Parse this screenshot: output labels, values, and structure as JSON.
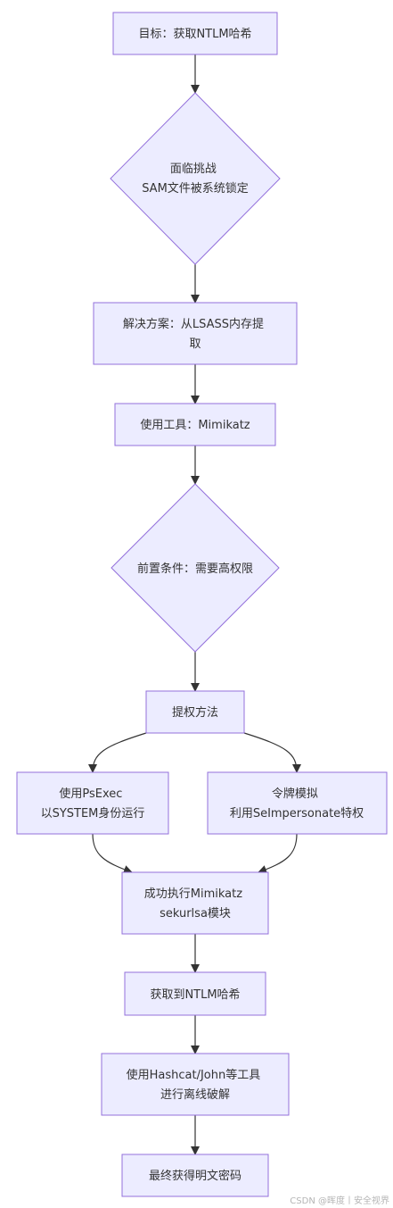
{
  "nodes": [
    {
      "id": "goal",
      "lines": [
        "目标：获取NTLM哈希"
      ]
    },
    {
      "id": "challenge",
      "lines": [
        "面临挑战",
        "SAM文件被系统锁定"
      ]
    },
    {
      "id": "solution",
      "lines": [
        "解决方案：从LSASS内存提",
        "取"
      ]
    },
    {
      "id": "tool",
      "lines": [
        "使用工具：Mimikatz"
      ]
    },
    {
      "id": "precondition",
      "lines": [
        "前置条件：需要高权限"
      ]
    },
    {
      "id": "privesc",
      "lines": [
        "提权方法"
      ]
    },
    {
      "id": "psexec",
      "lines": [
        "使用PsExec",
        "以SYSTEM身份运行"
      ]
    },
    {
      "id": "token",
      "lines": [
        "令牌模拟",
        "利用SeImpersonate特权"
      ]
    },
    {
      "id": "run-mimikatz",
      "lines": [
        "成功执行Mimikatz",
        "sekurlsa模块"
      ]
    },
    {
      "id": "got-hash",
      "lines": [
        "获取到NTLM哈希"
      ]
    },
    {
      "id": "crack",
      "lines": [
        "使用Hashcat/John等工具",
        "进行离线破解"
      ]
    },
    {
      "id": "plaintext",
      "lines": [
        "最终获得明文密码"
      ]
    }
  ],
  "edges": [
    {
      "from": "goal",
      "to": "challenge"
    },
    {
      "from": "challenge",
      "to": "solution"
    },
    {
      "from": "solution",
      "to": "tool"
    },
    {
      "from": "tool",
      "to": "precondition"
    },
    {
      "from": "precondition",
      "to": "privesc"
    },
    {
      "from": "privesc",
      "to": "psexec"
    },
    {
      "from": "privesc",
      "to": "token"
    },
    {
      "from": "psexec",
      "to": "run-mimikatz"
    },
    {
      "from": "token",
      "to": "run-mimikatz"
    },
    {
      "from": "run-mimikatz",
      "to": "got-hash"
    },
    {
      "from": "got-hash",
      "to": "crack"
    },
    {
      "from": "crack",
      "to": "plaintext"
    }
  ],
  "watermark": "CSDN @晖度丨安全视界",
  "colors": {
    "node_fill": "#ECECFF",
    "node_stroke": "#9370DB",
    "edge": "#333333",
    "text": "#333333"
  }
}
